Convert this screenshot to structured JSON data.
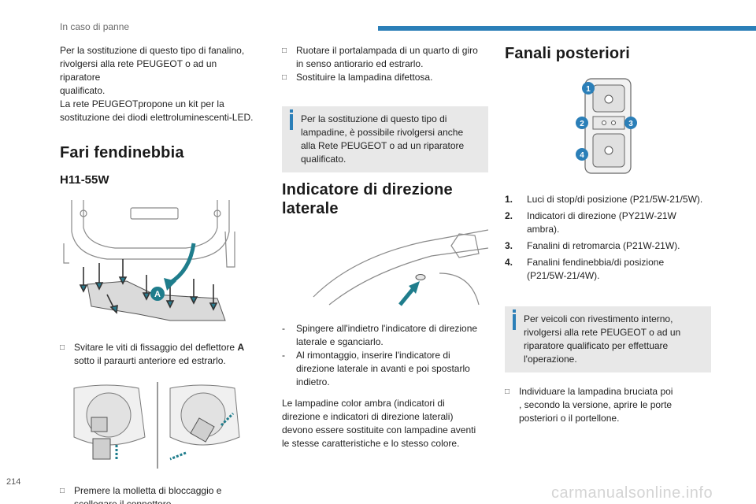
{
  "header": {
    "section_title": "In caso di panne"
  },
  "page_number": "214",
  "watermark": "carmanualsonline.info",
  "col1": {
    "intro": "Per la sostituzione di questo tipo di fanalino,\nrivolgersi alla rete PEUGEOT o ad un riparatore\nqualificato.\nLa rete PEUGEOTpropone un kit per la\nsostituzione dei diodi elettroluminescenti-LED.",
    "section_title": "Fari fendinebbia",
    "subtitle": "H11-55W",
    "diagram_label": "A",
    "step1_text": "Svitare le viti di fissaggio del deflettore ",
    "step1_bold": "A",
    "step1_text2": "sotto il paraurti anteriore ed estrarlo.",
    "step2_text": "Premere la molletta di bloccaggio e\nscollegare il connettore."
  },
  "col2": {
    "step1": "Ruotare il portalampada di un quarto di giro\nin senso antiorario ed estrarlo.",
    "step2": "Sostituire la lampadina difettosa.",
    "info": "Per la sostituzione di questo tipo di\nlampadine, è possibile rivolgersi anche\nalla Rete PEUGEOT o ad un riparatore\nqualificato.",
    "section_title": "Indicatore di direzione\nlaterale",
    "dash1": "Spingere all'indietro l'indicatore di direzione\nlaterale e sganciarlo.",
    "dash2": "Al rimontaggio, inserire l'indicatore di\ndirezione laterale in avanti e poi spostarlo\nindietro.",
    "closing": "Le lampadine color ambra (indicatori di\ndirezione e indicatori di direzione laterali)\ndevono essere sostituite con lampadine aventi\nle stesse caratteristiche e lo stesso colore."
  },
  "col3": {
    "section_title": "Fanali posteriori",
    "diagram_labels": [
      "1",
      "2",
      "3",
      "4"
    ],
    "items": [
      {
        "num": "1.",
        "text": "Luci di stop/di posizione (P21/5W-21/5W)."
      },
      {
        "num": "2.",
        "text": "Indicatori di direzione (PY21W-21W\nambra)."
      },
      {
        "num": "3.",
        "text": "Fanalini di retromarcia (P21W-21W)."
      },
      {
        "num": "4.",
        "text": "Fanalini fendinebbia/di posizione\n(P21/5W-21/4W)."
      }
    ],
    "info": "Per veicoli con rivestimento interno,\nrivolgersi alla rete PEUGEOT o ad un\nriparatore qualificato per effettuare\nl'operazione.",
    "step1": "Individuare la lampadina bruciata poi\n, secondo la versione, aprire le porte\nposteriori o il portellone."
  },
  "icons": {
    "bullet": "square-bullet-icon",
    "info": "info-bar-icon"
  },
  "colors": {
    "accent": "#2b7fb8",
    "info_bg": "#e8e8e8",
    "arrow": "#1f7d8c"
  }
}
